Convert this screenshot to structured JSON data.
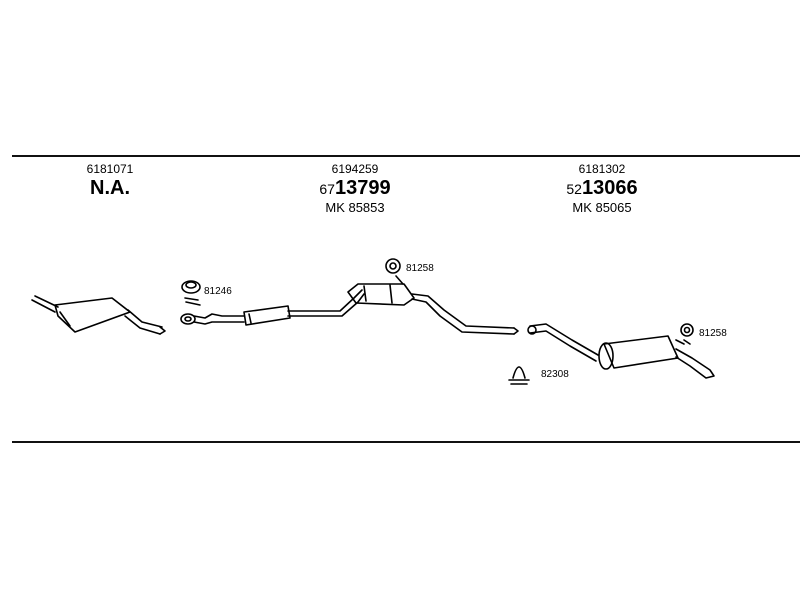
{
  "columns": [
    {
      "part_no": "6181071",
      "main": "N.A."
    },
    {
      "part_no": "6194259",
      "prefix": "67",
      "main": "13799",
      "mk": "MK 85853"
    },
    {
      "part_no": "6181302",
      "prefix": "52",
      "main": "13066",
      "mk": "MK 85065"
    }
  ],
  "callouts": {
    "mount_front": "81246",
    "mount_middle": "81258",
    "clamp": "82308",
    "mount_rear": "81258"
  }
}
